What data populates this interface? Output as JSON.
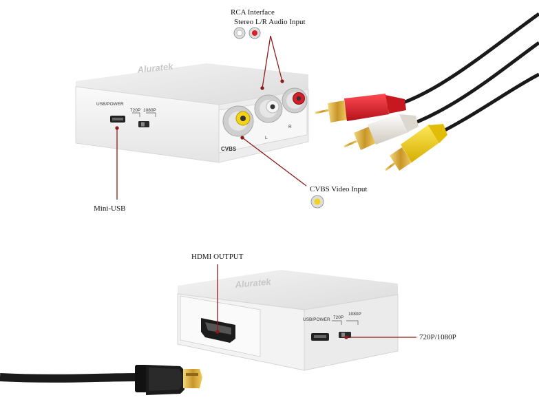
{
  "callouts": {
    "rca_interface": "RCA Interface",
    "stereo_audio": "Stereo L/R Audio Input",
    "cvbs_video": "CVBS Video Input",
    "mini_usb": "Mini-USB",
    "hdmi_output": "HDMI OUTPUT",
    "resolution_switch": "720P/1080P"
  },
  "device": {
    "brand": "Aluratek",
    "usb_power": "USB/POWER",
    "p720": "720P",
    "p1080": "1080P",
    "cvbs": "CVBS",
    "left": "L",
    "right": "R"
  },
  "colors": {
    "callout_line": "#8b1a1a",
    "rca_red": "#d4202a",
    "rca_white": "#e8e4dc",
    "rca_yellow": "#f2d21c",
    "cable": "#1a1a1a",
    "gold": "#d6a830"
  }
}
